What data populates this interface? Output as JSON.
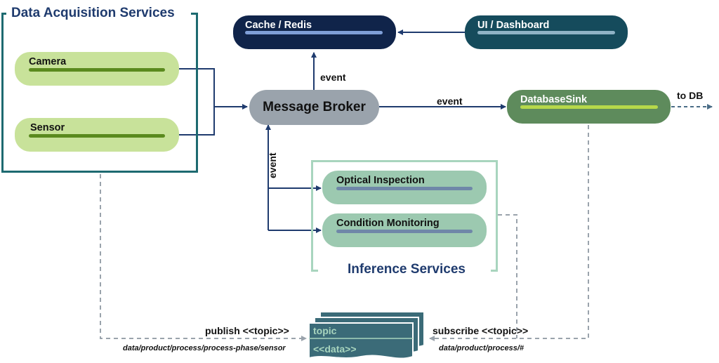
{
  "groups": {
    "acquisition_title": "Data Acquisition Services",
    "inference_title": "Inference Services"
  },
  "nodes": {
    "camera": "Camera",
    "sensor": "Sensor",
    "broker": "Message Broker",
    "cache": "Cache / Redis",
    "dashboard": "UI / Dashboard",
    "database_sink": "DatabaseSink",
    "optical": "Optical Inspection",
    "condition": "Condition Monitoring"
  },
  "edges": {
    "event_up": "event",
    "event_right": "event",
    "event_down": "event",
    "to_db": "to DB",
    "publish": "publish <<topic>>",
    "publish_path": "data/product/process/process-phase/sensor",
    "subscribe": "subscribe <<topic>>",
    "subscribe_path": "data/product/process/#"
  },
  "topic_doc": {
    "header": "topic",
    "body": "<<data>>"
  },
  "colors": {
    "navy": "#1f3b6e",
    "teal_border": "#1d6a70",
    "light_green": "#c8e29a",
    "green_bar": "#5a8a1e",
    "broker_gray": "#9aa3ac",
    "cache_navy": "#10244a",
    "dash_teal": "#154b5c",
    "db_green": "#5e8b5c",
    "mint": "#9cc9b0",
    "mint_border": "#a8d5be",
    "doc_fill": "#3b6b78"
  }
}
